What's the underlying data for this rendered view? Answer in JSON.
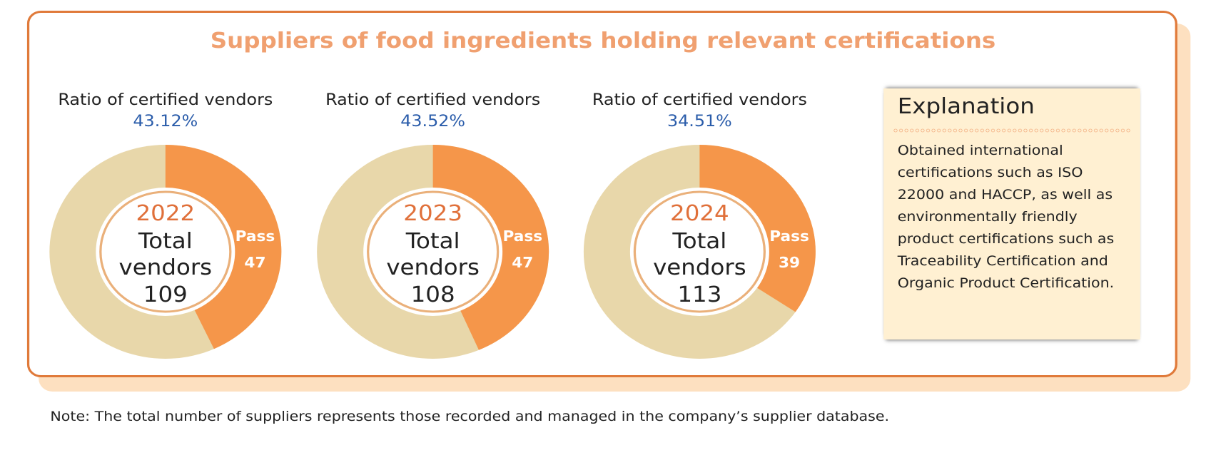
{
  "title": "Suppliers of food ingredients holding relevant certifications",
  "colors": {
    "pass": "#f5964a",
    "rest": "#e8d7aa",
    "ring": "#eab07a",
    "year": "#e0703a",
    "percent": "#2a5caa",
    "frame": "#e07a3a"
  },
  "chart_data": {
    "type": "pie",
    "variant": "donut",
    "title": "Suppliers of food ingredients holding relevant certifications",
    "charts": [
      {
        "ratio_label": "Ratio of certified vendors",
        "ratio_value": "43.12%",
        "year": "2022",
        "total_label_1": "Total",
        "total_label_2": "vendors",
        "total": 109,
        "pass_label": "Pass",
        "pass": 47
      },
      {
        "ratio_label": "Ratio of certified vendors",
        "ratio_value": "43.52%",
        "year": "2023",
        "total_label_1": "Total",
        "total_label_2": "vendors",
        "total": 108,
        "pass_label": "Pass",
        "pass": 47
      },
      {
        "ratio_label": "Ratio of certified vendors",
        "ratio_value": "34.51%",
        "year": "2024",
        "total_label_1": "Total",
        "total_label_2": "vendors",
        "total": 113,
        "pass_label": "Pass",
        "pass": 39
      }
    ]
  },
  "explanation": {
    "heading": "Explanation",
    "body": "Obtained international certifications such as ISO 22000 and HACCP, as well as environmentally friendly product certifications such as Traceability Certification and Organic Product Certification."
  },
  "note": "Note: The total number of suppliers represents those recorded and managed in the company’s supplier database."
}
